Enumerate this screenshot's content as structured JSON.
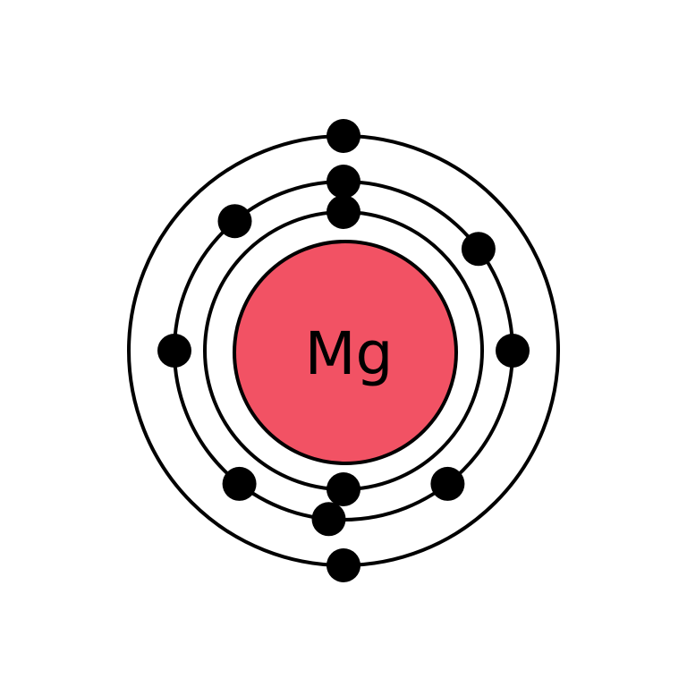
{
  "atom": {
    "symbol": "Mg",
    "nucleus_color": "#f25264",
    "line_color": "#000000",
    "shells": [
      {
        "name": "shell-1",
        "electron_count": 2
      },
      {
        "name": "shell-2",
        "electron_count": 8
      },
      {
        "name": "shell-3",
        "electron_count": 2
      }
    ]
  }
}
